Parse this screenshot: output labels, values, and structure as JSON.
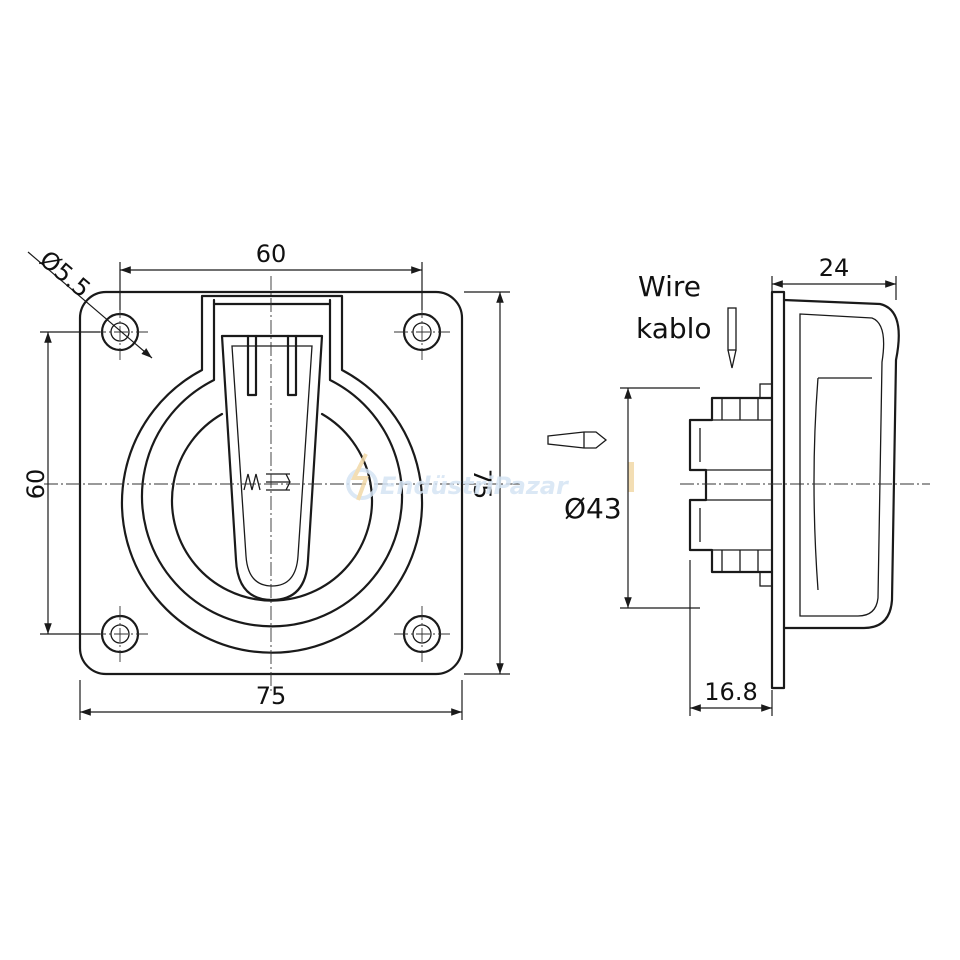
{
  "dimensions": {
    "top_width": "60",
    "hole_diameter": "Ø5.5",
    "left_height": "60",
    "right_height": "75",
    "bottom_width": "75",
    "side_depth": "24",
    "diameter": "Ø43",
    "body_depth": "16.8"
  },
  "labels": {
    "wire_en": "Wire",
    "wire_tr": "kablo"
  },
  "watermark": {
    "text": "EndüstriPazar",
    "icon": "globe-logo-icon"
  },
  "colors": {
    "line": "#1a1a1a",
    "background": "#ffffff",
    "watermark": "#d5e4f4"
  }
}
